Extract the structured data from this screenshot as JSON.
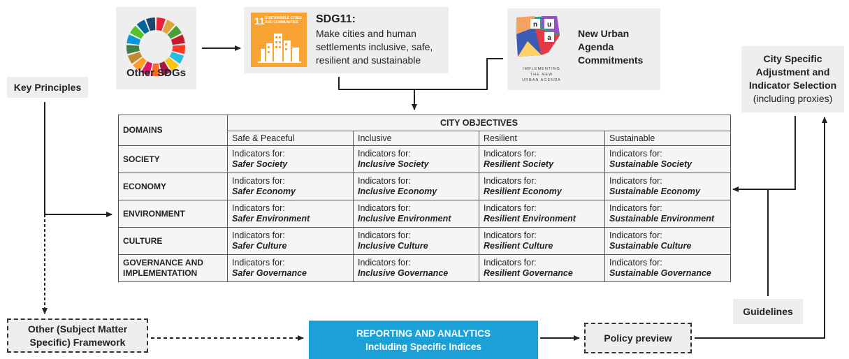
{
  "other_sdgs": {
    "label": "Other SDGs"
  },
  "sdg11": {
    "tile_number": "11",
    "tile_caption": "SUSTAINABLE CITIES AND COMMUNITIES",
    "title": "SDG11:",
    "line1": "Make cities and human",
    "line2": "settlements inclusive, safe,",
    "line3": "resilient and sustainable"
  },
  "nua": {
    "logo_letters": [
      "n",
      "u",
      "a"
    ],
    "logo_line1": "IMPLEMENTING",
    "logo_line2": "THE NEW",
    "logo_line3": "URBAN AGENDA",
    "label_line1": "New Urban",
    "label_line2": "Agenda",
    "label_line3": "Commitments"
  },
  "city_specific": {
    "line1": "City Specific",
    "line2": "Adjustment and",
    "line3": "Indicator Selection",
    "line4": "(including proxies)"
  },
  "key_principles": {
    "label": "Key Principles"
  },
  "table": {
    "domains_header": "DOMAINS",
    "objectives_header": "CITY OBJECTIVES",
    "columns": [
      "Safe & Peaceful",
      "Inclusive",
      "Resilient",
      "Sustainable"
    ],
    "cell_prefix": "Indicators for:",
    "rows": [
      {
        "domain": "SOCIETY",
        "cells": [
          "Safer Society",
          "Inclusive Society",
          "Resilient Society",
          "Sustainable Society"
        ]
      },
      {
        "domain": "ECONOMY",
        "cells": [
          "Safer Economy",
          "Inclusive Economy",
          "Resilient Economy",
          "Sustainable Economy"
        ]
      },
      {
        "domain": "ENVIRONMENT",
        "cells": [
          "Safer Environment",
          "Inclusive Environment",
          "Resilient Environment",
          "Sustainable Environment"
        ]
      },
      {
        "domain": "CULTURE",
        "cells": [
          "Safer Culture",
          "Inclusive Culture",
          "Resilient Culture",
          "Sustainable Culture"
        ]
      },
      {
        "domain_line1": "GOVERNANCE AND",
        "domain_line2": "IMPLEMENTATION",
        "cells": [
          "Safer Governance",
          "Inclusive Governance",
          "Resilient Governance",
          "Sustainable Governance"
        ]
      }
    ]
  },
  "guidelines": {
    "label": "Guidelines"
  },
  "other_framework": {
    "line1": "Other (Subject Matter",
    "line2": "Specific) Framework"
  },
  "reporting": {
    "line1": "REPORTING AND ANALYTICS",
    "line2": "Including Specific Indices"
  },
  "policy_preview": {
    "label": "Policy preview"
  },
  "colors": {
    "reporting_blue": "#1ba0d8",
    "sdg11_orange": "#f8a334",
    "box_grey": "#eeeeee"
  }
}
